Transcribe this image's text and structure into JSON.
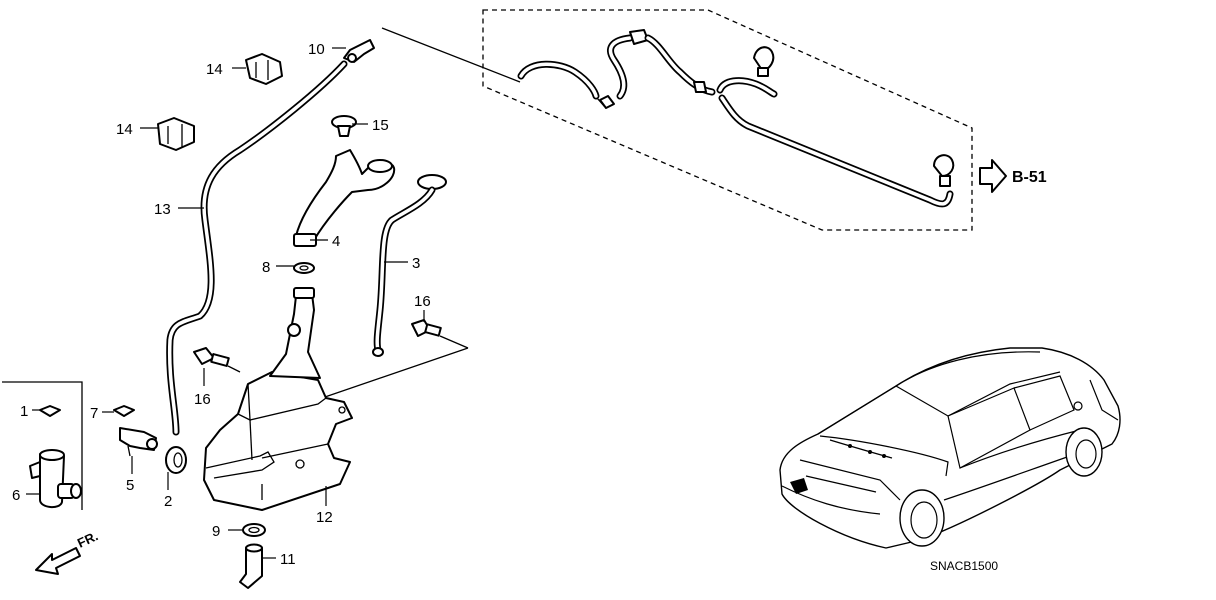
{
  "callouts": {
    "c1": "1",
    "c2": "2",
    "c3": "3",
    "c4": "4",
    "c5": "5",
    "c6": "6",
    "c7": "7",
    "c8": "8",
    "c9": "9",
    "c10": "10",
    "c11": "11",
    "c12": "12",
    "c13": "13",
    "c14a": "14",
    "c14b": "14",
    "c15": "15",
    "c16a": "16",
    "c16b": "16"
  },
  "reference": "B-51",
  "front_marker": "FR.",
  "diagram_code": "SNACB1500"
}
